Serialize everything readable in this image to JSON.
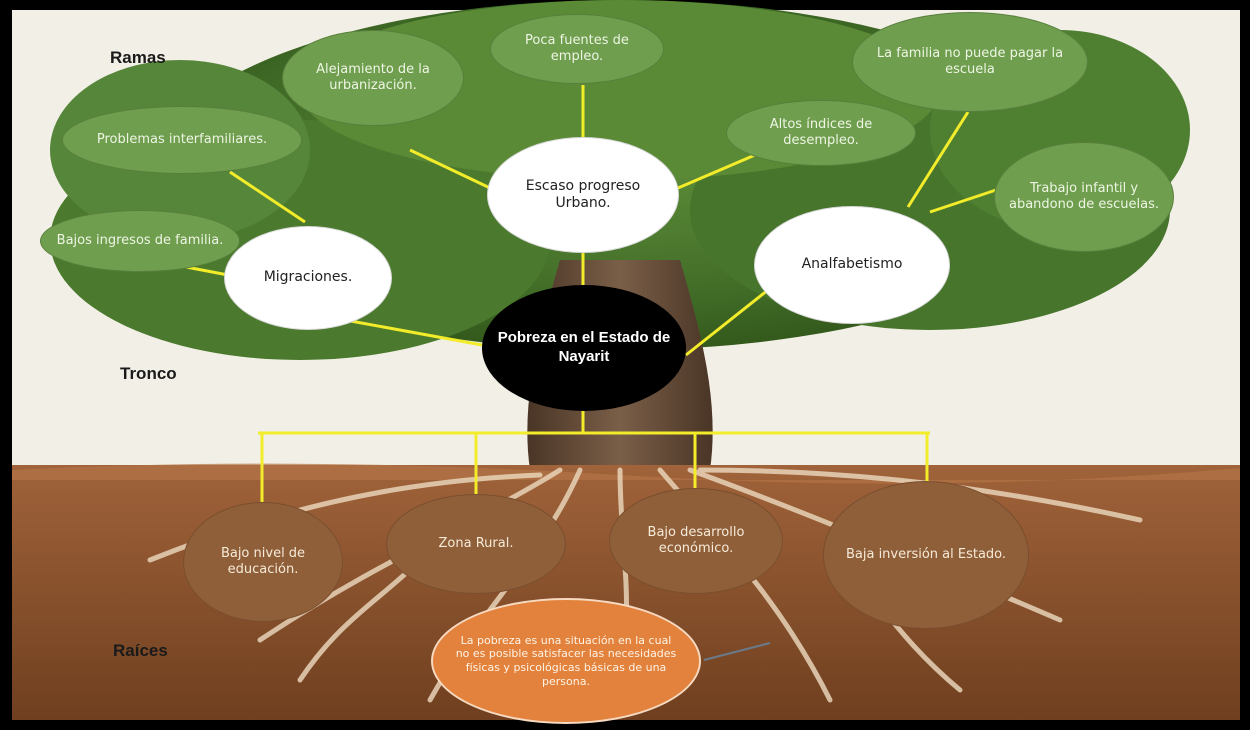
{
  "labels": {
    "ramas": "Ramas",
    "tronco": "Tronco",
    "raices": "Raíces"
  },
  "center": "Pobreza en el Estado de Nayarit",
  "branches": {
    "urbano": "Escaso progreso Urbano.",
    "migraciones": "Migraciones.",
    "analfabetismo": "Analfabetismo"
  },
  "leaves": {
    "alejamiento": "Alejamiento de la urbanización.",
    "poca_fuentes": "Poca fuentes de empleo.",
    "familia_no_puede": "La familia no puede pagar la escuela",
    "problemas": "Problemas interfamiliares.",
    "altos_indices": "Altos índices de desempleo.",
    "trabajo_infantil": "Trabajo infantil y abandono de escuelas.",
    "bajos_ingresos": "Bajos ingresos de familia."
  },
  "roots": {
    "bajo_nivel": "Bajo nivel de educación.",
    "zona_rural": "Zona Rural.",
    "bajo_desarrollo": "Bajo desarrollo económico.",
    "baja_inversion": "Baja inversión al Estado."
  },
  "definition": "La pobreza es una situación en la cual no es posible satisfacer las necesidades físicas y psicológicas básicas de una persona.",
  "colors": {
    "connector": "#f2ec2a",
    "leaf": "#6f9e4e",
    "root": "#8f5f3a",
    "definition": "#e2823c"
  }
}
